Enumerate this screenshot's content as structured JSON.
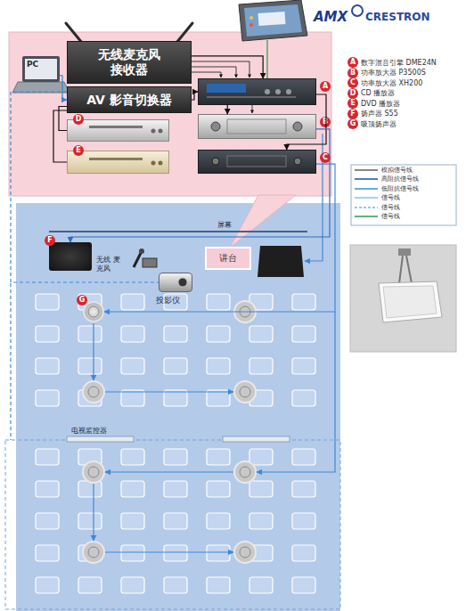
{
  "diagram": {
    "nodes": [
      {
        "text": [
          "PC"
        ]
      },
      {
        "text": [
          "无线麦克风 接收器"
        ]
      },
      {
        "text": [
          "AV 影音切换器"
        ]
      },
      {
        "text": [
          "D"
        ]
      },
      {
        "text": [
          "E"
        ]
      },
      {
        "text": [
          "A"
        ]
      },
      {
        "text": [
          "B"
        ]
      },
      {
        "text": [
          "C"
        ]
      },
      {
        "text": [
          "F"
        ]
      },
      {
        "text": [
          "讲台"
        ]
      },
      {
        "text": [
          "无线 麦克风"
        ]
      },
      {
        "text": [
          "投影仪"
        ]
      },
      {
        "text": [
          "G"
        ]
      }
    ],
    "edges": [
      {
        "from": 0,
        "to": 2,
        "arrow": "to"
      },
      {
        "from": 1,
        "to": 5,
        "arrow": "to"
      },
      {
        "from": 2,
        "to": 5,
        "arrow": "to"
      },
      {
        "from": 3,
        "to": 2,
        "arrow": "none"
      },
      {
        "from": 4,
        "to": 2,
        "arrow": "none"
      },
      {
        "from": 5,
        "to": 6,
        "arrow": "to"
      },
      {
        "from": 5,
        "to": 7,
        "arrow": "to"
      },
      {
        "from": 6,
        "to": 8,
        "arrow": "to"
      },
      {
        "from": 7,
        "to": 12,
        "arrow": "to"
      },
      {
        "from": 2,
        "to": 11,
        "arrow": "none"
      }
    ],
    "labels": [
      "AMX",
      "CRESTRON",
      "A",
      "B",
      "C",
      "D",
      "E",
      "F",
      "G",
      "屏幕",
      "电视监控器"
    ],
    "legend": [
      {
        "text": "数字混音引擎 DME24N"
      },
      {
        "text": "功率放大器 P3500S"
      },
      {
        "text": "功率放大器 XH200"
      },
      {
        "text": "CD 播放器"
      },
      {
        "text": "DVD 播放器"
      },
      {
        "text": "扬声器 S55"
      },
      {
        "text": "吸顶扬声器"
      },
      {
        "text": "模拟信号线"
      },
      {
        "text": "高阻抗信号线"
      },
      {
        "text": "低阻抗信号线"
      },
      {
        "text": "信号线"
      },
      {
        "text": "信号线"
      },
      {
        "text": "信号线"
      }
    ]
  }
}
